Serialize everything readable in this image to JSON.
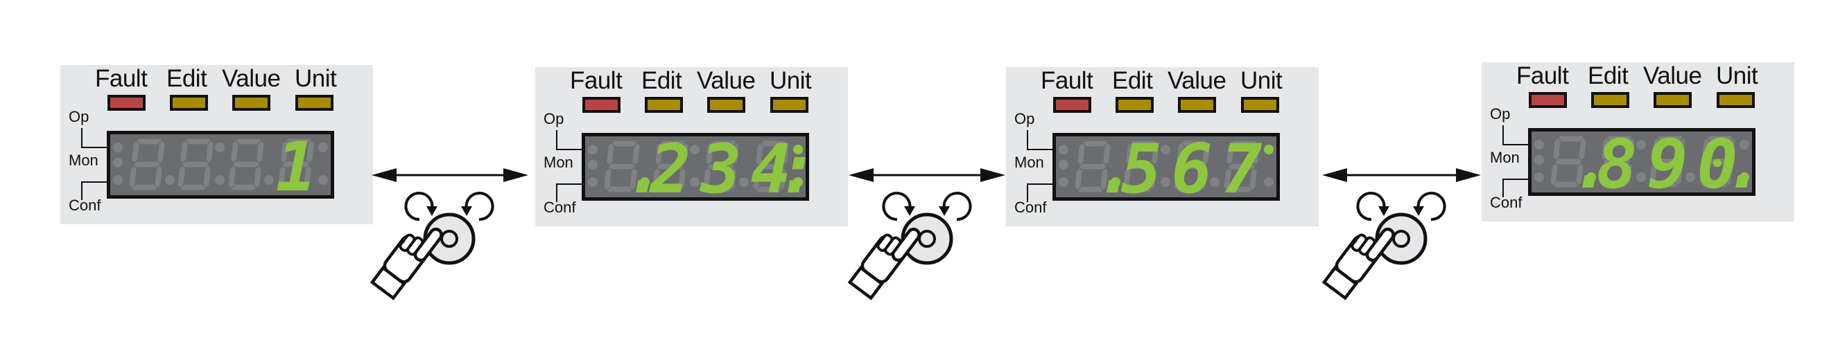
{
  "led_labels": [
    "Fault",
    "Edit",
    "Value",
    "Unit"
  ],
  "mode_labels": [
    "Op",
    "Mon",
    "Conf"
  ],
  "colors": {
    "panel_bg": "#e6e7e8",
    "fault_led": "#b84444",
    "status_led": "#a88c00",
    "display_bg": "#6b6c6f",
    "segment_off": "#808184",
    "segment_on": "#8dc63f"
  },
  "panels": [
    {
      "display": "1",
      "digits": [
        null,
        null,
        null,
        "1"
      ],
      "dots": {
        "dp1": false,
        "right_top": false,
        "right_bottom": false
      }
    },
    {
      "display": ".234:",
      "digits": [
        null,
        "2",
        "3",
        "4"
      ],
      "dots": {
        "dp1": true,
        "right_top": true,
        "right_bottom": true
      }
    },
    {
      "display": ".567",
      "digits": [
        null,
        "5",
        "6",
        "7"
      ],
      "dots": {
        "dp1": true,
        "right_top": true,
        "right_bottom": false
      }
    },
    {
      "display": ".890.",
      "digits": [
        null,
        "8",
        "9",
        "0"
      ],
      "dots": {
        "dp1": true,
        "right_top": false,
        "right_bottom": true
      }
    }
  ],
  "transitions": [
    {
      "icon": "rotate-knob-hand-icon",
      "direction": "bidirectional"
    },
    {
      "icon": "rotate-knob-hand-icon",
      "direction": "bidirectional"
    },
    {
      "icon": "rotate-knob-hand-icon",
      "direction": "bidirectional"
    }
  ]
}
